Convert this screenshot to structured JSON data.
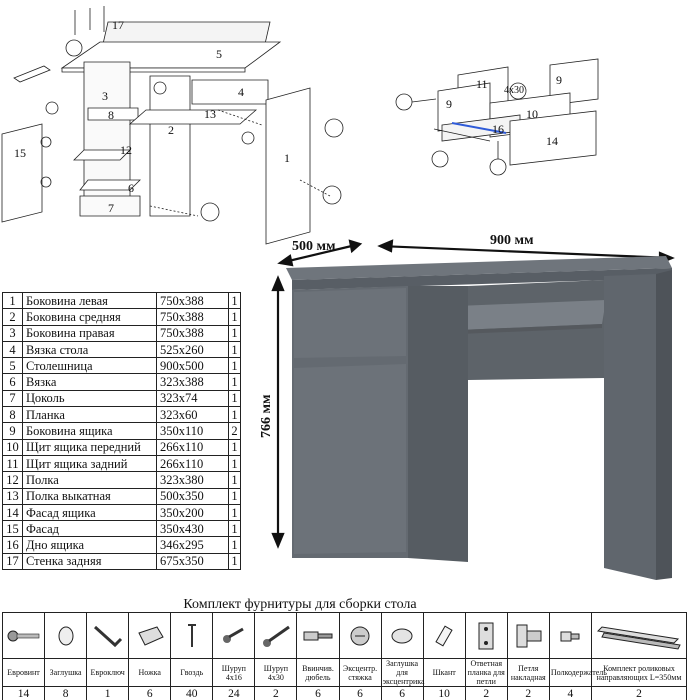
{
  "assembly": {
    "callouts": [
      "17",
      "5",
      "3",
      "4",
      "8",
      "2",
      "13",
      "12",
      "15",
      "1",
      "6",
      "7"
    ],
    "drawer_callouts": [
      "11",
      "9",
      "9",
      "10",
      "16",
      "14"
    ],
    "screw_label": "4x30"
  },
  "dimensions": {
    "depth": "500 мм",
    "width": "900 мм",
    "height": "766 мм"
  },
  "parts": [
    {
      "num": "1",
      "name": "Боковина левая",
      "size": "750x388",
      "qty": "1"
    },
    {
      "num": "2",
      "name": "Боковина средняя",
      "size": "750x388",
      "qty": "1"
    },
    {
      "num": "3",
      "name": "Боковина правая",
      "size": "750x388",
      "qty": "1"
    },
    {
      "num": "4",
      "name": "Вязка стола",
      "size": "525x260",
      "qty": "1"
    },
    {
      "num": "5",
      "name": "Столешница",
      "size": "900x500",
      "qty": "1"
    },
    {
      "num": "6",
      "name": "Вязка",
      "size": "323x388",
      "qty": "1"
    },
    {
      "num": "7",
      "name": "Цоколь",
      "size": "323x74",
      "qty": "1"
    },
    {
      "num": "8",
      "name": "Планка",
      "size": "323x60",
      "qty": "1"
    },
    {
      "num": "9",
      "name": "Боковина ящика",
      "size": "350x110",
      "qty": "2"
    },
    {
      "num": "10",
      "name": "Щит ящика передний",
      "size": "266x110",
      "qty": "1"
    },
    {
      "num": "11",
      "name": "Щит ящика задний",
      "size": "266x110",
      "qty": "1"
    },
    {
      "num": "12",
      "name": "Полка",
      "size": "323x380",
      "qty": "1"
    },
    {
      "num": "13",
      "name": "Полка выкатная",
      "size": "500x350",
      "qty": "1"
    },
    {
      "num": "14",
      "name": "Фасад ящика",
      "size": "350x200",
      "qty": "1"
    },
    {
      "num": "15",
      "name": "Фасад",
      "size": "350x430",
      "qty": "1"
    },
    {
      "num": "16",
      "name": "Дно ящика",
      "size": "346x295",
      "qty": "1"
    },
    {
      "num": "17",
      "name": "Стенка задняя",
      "size": "675x350",
      "qty": "1"
    }
  ],
  "kit": {
    "title": "Комплект фурнитуры для сборки стола",
    "items": [
      {
        "label": "Евровинт",
        "count": "14",
        "icon": "eurovint-icon"
      },
      {
        "label": "Заглушка",
        "count": "8",
        "icon": "cap-icon"
      },
      {
        "label": "Евроключ",
        "count": "1",
        "icon": "hex-key-icon"
      },
      {
        "label": "Ножка",
        "count": "6",
        "icon": "foot-icon"
      },
      {
        "label": "Гвоздь",
        "count": "40",
        "icon": "nail-icon"
      },
      {
        "label": "Шуруп 4x16",
        "count": "24",
        "icon": "screw-short-icon"
      },
      {
        "label": "Шуруп 4x30",
        "count": "2",
        "icon": "screw-long-icon"
      },
      {
        "label": "Ввинчив. дюбель",
        "count": "6",
        "icon": "dowel-screw-icon"
      },
      {
        "label": "Эксцентр. стяжка",
        "count": "6",
        "icon": "cam-lock-icon"
      },
      {
        "label": "Заглушка для эксцентрика",
        "count": "6",
        "icon": "cam-cap-icon"
      },
      {
        "label": "Шкант",
        "count": "10",
        "icon": "wood-dowel-icon"
      },
      {
        "label": "Ответная планка для петли",
        "count": "2",
        "icon": "hinge-plate-icon"
      },
      {
        "label": "Петля накладная",
        "count": "2",
        "icon": "hinge-icon"
      },
      {
        "label": "Полкодержатель",
        "count": "4",
        "icon": "shelf-support-icon"
      },
      {
        "label": "Комплект роликовых направляющих L=350мм",
        "count": "2",
        "icon": "drawer-slide-icon"
      }
    ]
  }
}
